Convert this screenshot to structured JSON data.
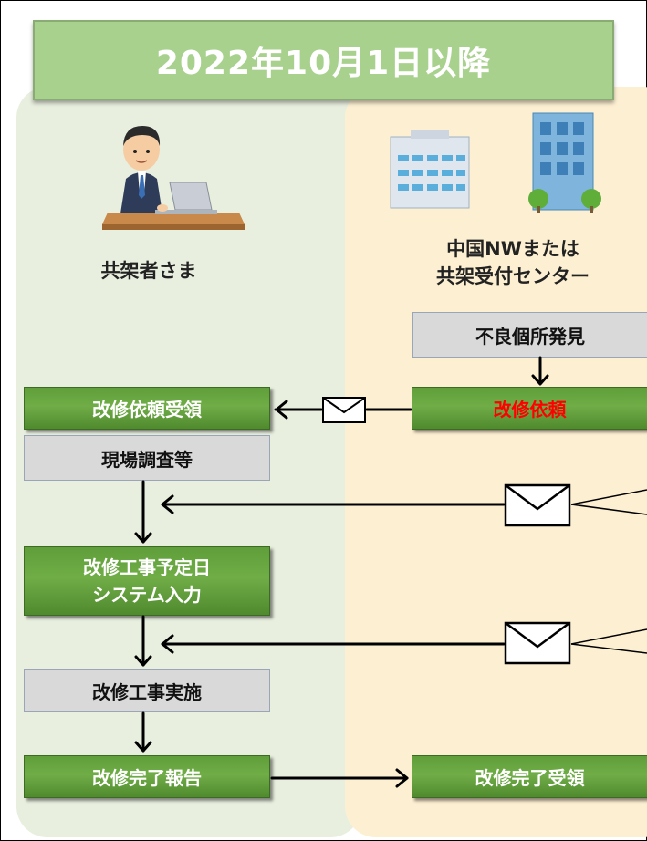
{
  "banner": {
    "title": "2022年10月1日以降"
  },
  "actors": {
    "left": {
      "label": "共架者さま"
    },
    "right": {
      "label_line1": "中国NWまたは",
      "label_line2": "共架受付センター"
    }
  },
  "steps": {
    "defect_found": "不良個所発見",
    "repair_request": "改修依頼",
    "request_received": "改修依頼受領",
    "site_survey": "現場調査等",
    "schedule_input_line1": "改修工事予定日",
    "schedule_input_line2": "システム入力",
    "repair_work": "改修工事実施",
    "completion_report": "改修完了報告",
    "completion_received": "改修完了受領"
  },
  "colors": {
    "green_box": "#70ad47",
    "gray_box": "#d9d9d9",
    "banner": "#a9d18e",
    "lane_left": "#e8efdf",
    "lane_right": "#fdf0d2",
    "highlight_text": "#ff0000"
  },
  "icons": [
    "person-at-laptop-icon",
    "office-building-icon",
    "mail-envelope-icon"
  ]
}
